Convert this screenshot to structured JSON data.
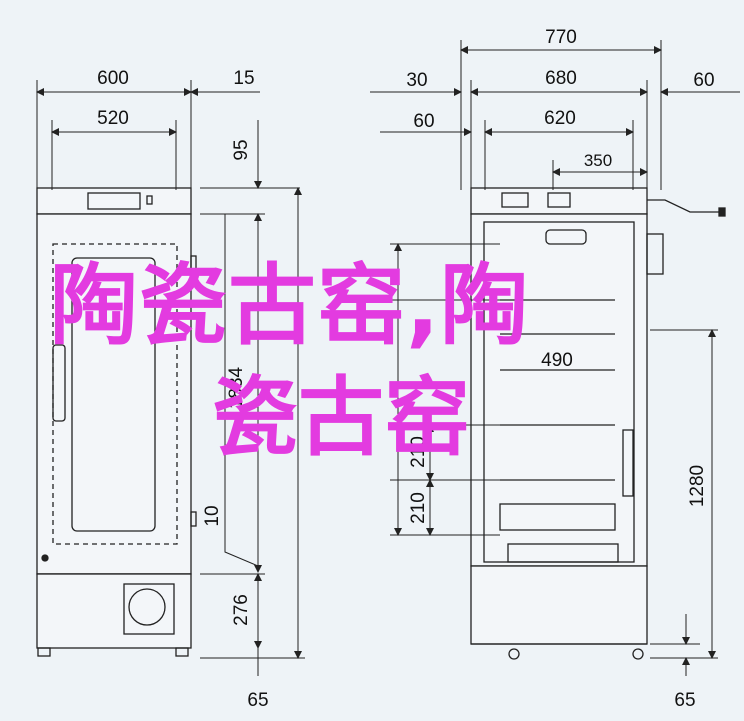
{
  "watermark": {
    "line1": "陶瓷古窑,陶",
    "line2": "瓷古窑",
    "color": "#e33be0"
  },
  "left_view": {
    "dims": {
      "width_600": "600",
      "width_520": "520",
      "right_15": "15",
      "top_95": "95",
      "inner_1834": "1834",
      "bottom_10": "10",
      "base_276": "276",
      "foot_65": "65"
    }
  },
  "right_view": {
    "dims": {
      "width_770": "770",
      "left_30": "30",
      "width_680": "680",
      "right_60": "60",
      "left_60": "60",
      "width_620": "620",
      "inner_350": "350",
      "shelf_490": "490",
      "shelf_210a": "210",
      "shelf_210b": "210",
      "height_1280": "1280",
      "foot_65": "65"
    }
  },
  "colors": {
    "line": "#222222",
    "background": "#eef3f7"
  }
}
